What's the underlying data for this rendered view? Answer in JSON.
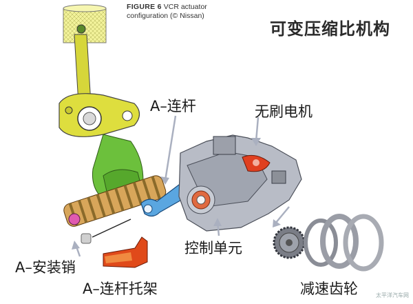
{
  "caption": {
    "figure": "FIGURE 6",
    "text_1": "VCR actuator",
    "text_2": "configuration (© Nissan)"
  },
  "title": "可变压缩比机构",
  "labels": {
    "a_link": "A–连杆",
    "motor": "无刷电机",
    "control_unit": "控制单元",
    "a_pin": "A–安装销",
    "a_link_bracket": "A–连杆托架",
    "reduction_gear": "减速齿轮"
  },
  "watermark": "太平洋汽车网",
  "colors": {
    "piston": "#e8e84a",
    "con_rod": "#d9d93a",
    "crank": "#6cbf3a",
    "a_link": "#5aa6e0",
    "housing": "#b8bcc6",
    "accent_red": "#e04020"
  }
}
